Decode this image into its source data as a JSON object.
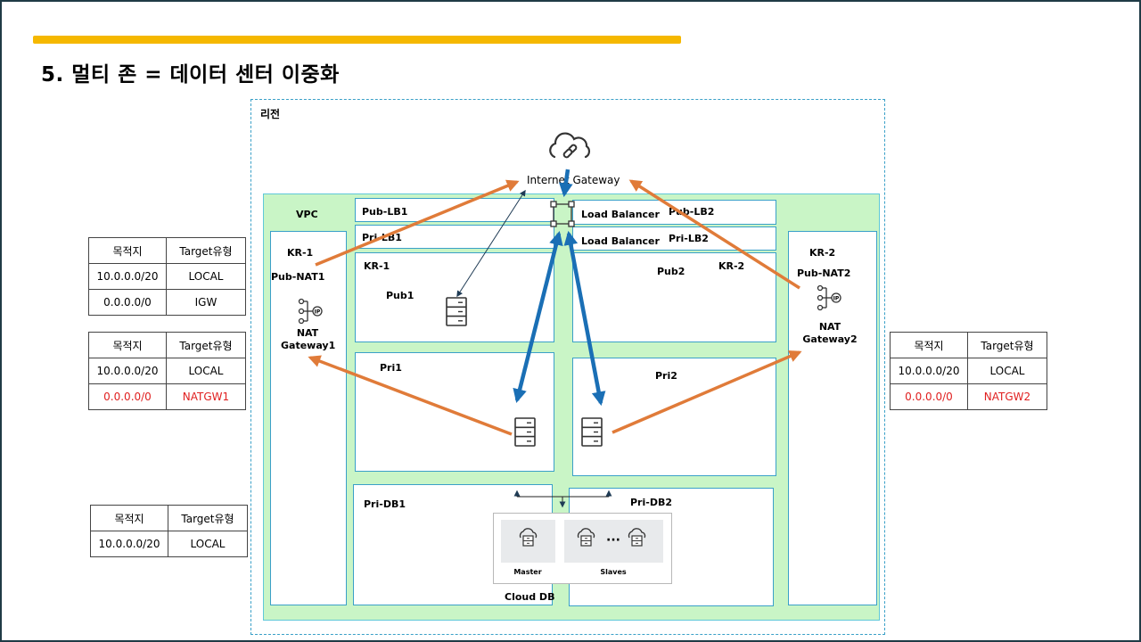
{
  "title": "5. 멀티 존 = 데이터 센터 이중화",
  "region_label": "리전",
  "vpc_label": "VPC",
  "internet_gateway": "Internet Gateway",
  "load_balancer_1": "Load Balancer",
  "load_balancer_2": "Load Balancer",
  "subnets": {
    "pub_lb1": "Pub-LB1",
    "pri_lb1": "Pri-LB1",
    "pub_lb2": "Pub-LB2",
    "pri_lb2": "Pri-LB2",
    "kr1_zone": "KR-1",
    "kr1_inner": "KR-1",
    "pub_nat1": "Pub-NAT1",
    "pub1": "Pub1",
    "pub2": "Pub2",
    "kr2_inner": "KR-2",
    "kr2_zone": "KR-2",
    "pub_nat2": "Pub-NAT2",
    "pri1": "Pri1",
    "pri2": "Pri2",
    "pri_db1": "Pri-DB1",
    "pri_db2": "Pri-DB2"
  },
  "nat1": {
    "line1": "NAT",
    "line2": "Gateway1"
  },
  "nat2": {
    "line1": "NAT",
    "line2": "Gateway2"
  },
  "cloud_db": {
    "label": "Cloud DB",
    "master": "Master",
    "slaves": "Slaves"
  },
  "route_tables": {
    "rt_pub1": {
      "header": [
        "목적지",
        "Target유형"
      ],
      "rows": [
        [
          "10.0.0.0/20",
          "LOCAL"
        ],
        [
          "0.0.0.0/0",
          "IGW"
        ]
      ]
    },
    "rt_pri1": {
      "header": [
        "목적지",
        "Target유형"
      ],
      "rows": [
        [
          "10.0.0.0/20",
          "LOCAL"
        ],
        [
          "0.0.0.0/0",
          "NATGW1"
        ]
      ]
    },
    "rt_db": {
      "header": [
        "목적지",
        "Target유형"
      ],
      "rows": [
        [
          "10.0.0.0/20",
          "LOCAL"
        ]
      ]
    },
    "rt_pri2": {
      "header": [
        "목적지",
        "Target유형"
      ],
      "rows": [
        [
          "10.0.0.0/20",
          "LOCAL"
        ],
        [
          "0.0.0.0/0",
          "NATGW2"
        ]
      ]
    }
  },
  "colors": {
    "accent_bar": "#f5b800",
    "vpc_fill": "#c9f5c6",
    "nat_arrow": "#e07b39",
    "lb_arrow": "#1a6fb5",
    "highlight": "#e02020"
  }
}
